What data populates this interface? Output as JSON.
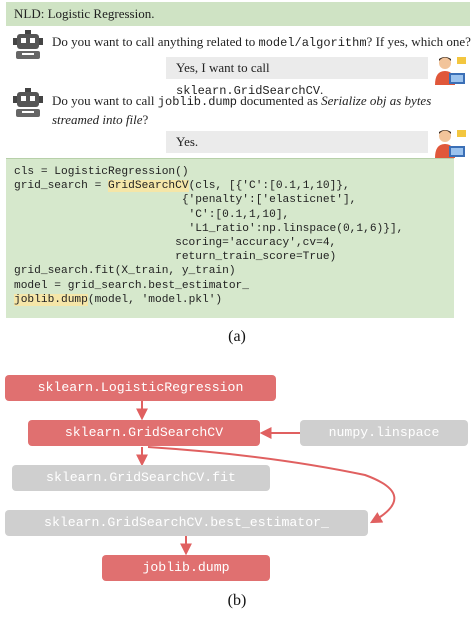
{
  "panel_a": {
    "nld": "NLD: Logistic Regression.",
    "q1": {
      "pre": "Do you want to call anything related to ",
      "code": "model/algorithm",
      "post": "? If yes, which one?"
    },
    "a1": {
      "pre": "Yes, I want to call ",
      "code": "sklearn.GridSearchCV",
      "post": "."
    },
    "q2": {
      "pre": "Do you want to call ",
      "code": "joblib.dump",
      "mid": " documented as ",
      "italic1": "Serialize obj as bytes",
      "italic2": "streamed into file",
      "post": "?"
    },
    "a2": "Yes.",
    "code_lines": [
      "cls = LogisticRegression()",
      "grid_search = ",
      "GridSearchCV",
      "(cls, [{'C':[0.1,1,10]},",
      "                         {'penalty':['elasticnet'],",
      "                          'C':[0.1,1,10],",
      "                          'L1_ratio':np.linspace(0,1,6)}],",
      "                        scoring='accuracy',cv=4,",
      "                        return_train_score=True)",
      "grid_search.fit(X_train, y_train)",
      "model = grid_search.best_estimator_",
      "joblib.dump",
      "(model, 'model.pkl')"
    ],
    "caption": "(a)"
  },
  "panel_b": {
    "nodes": {
      "logreg": "sklearn.LogisticRegression",
      "gridsearch": "sklearn.GridSearchCV",
      "linspace": "numpy.linspace",
      "fit": "sklearn.GridSearchCV.fit",
      "best": "sklearn.GridSearchCV.best_estimator_",
      "dump": "joblib.dump"
    },
    "caption": "(b)"
  },
  "colors": {
    "red_node": "#e07070",
    "gray_node": "#cfcfcf",
    "edge": "#e06060",
    "nld_bg": "#cfe3c4",
    "code_bg": "#d6e8cc",
    "highlight": "#f5e6a8"
  }
}
